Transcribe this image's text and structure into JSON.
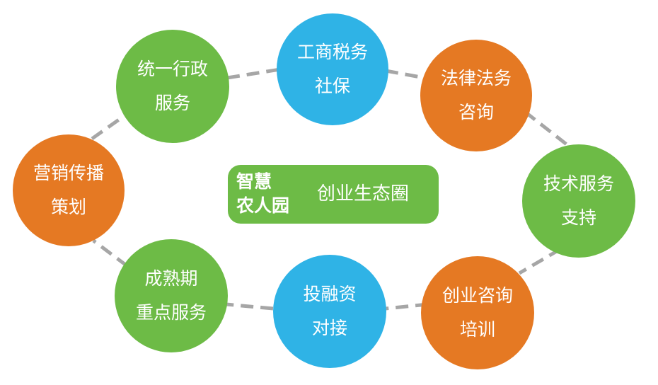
{
  "colors": {
    "green": "#6dbb46",
    "blue": "#2fb3e6",
    "orange": "#e57923",
    "connector": "#a6a6a6"
  },
  "center": {
    "title_line1": "智慧",
    "title_line2": "农人园",
    "subtitle": "创业生态圈"
  },
  "nodes": [
    {
      "color": "blue",
      "line1": "工商税务",
      "line2": "社保"
    },
    {
      "color": "orange",
      "line1": "法律法务",
      "line2": "咨询"
    },
    {
      "color": "green",
      "line1": "技术服务",
      "line2": "支持"
    },
    {
      "color": "orange",
      "line1": "创业咨询",
      "line2": "培训"
    },
    {
      "color": "blue",
      "line1": "投融资",
      "line2": "对接"
    },
    {
      "color": "green",
      "line1": "成熟期",
      "line2": "重点服务"
    },
    {
      "color": "orange",
      "line1": "营销传播",
      "line2": "策划"
    },
    {
      "color": "green",
      "line1": "统一行政",
      "line2": "服务"
    }
  ]
}
